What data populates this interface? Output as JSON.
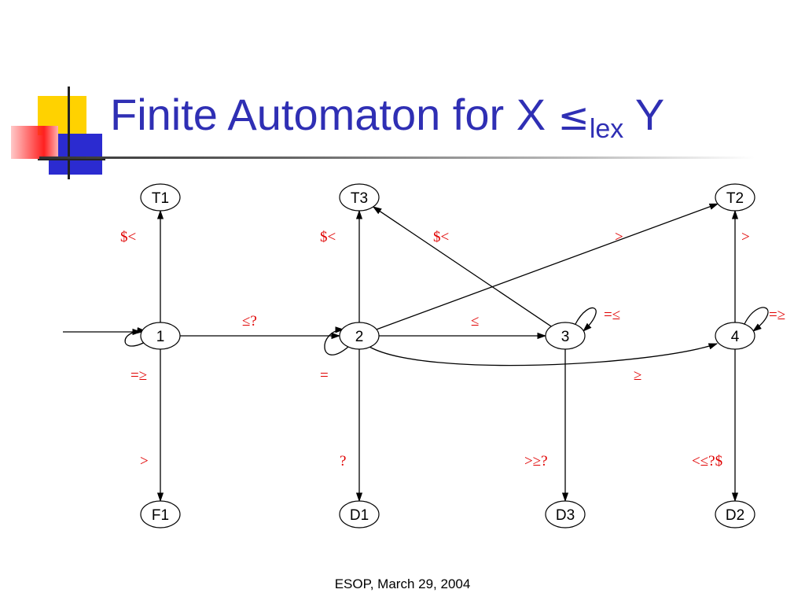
{
  "slide": {
    "title_main": "Finite Automaton for X ",
    "title_sym": "≤",
    "title_sub": "lex",
    "title_tail": " Y",
    "footer": "ESOP, March 29, 2004"
  },
  "diagram": {
    "nodes": [
      {
        "id": "T1",
        "label": "T1"
      },
      {
        "id": "T3",
        "label": "T3"
      },
      {
        "id": "T2",
        "label": "T2"
      },
      {
        "id": "1",
        "label": "1"
      },
      {
        "id": "2",
        "label": "2"
      },
      {
        "id": "3",
        "label": "3"
      },
      {
        "id": "4",
        "label": "4"
      },
      {
        "id": "F1",
        "label": "F1"
      },
      {
        "id": "D1",
        "label": "D1"
      },
      {
        "id": "D3",
        "label": "D3"
      },
      {
        "id": "D2",
        "label": "D2"
      }
    ],
    "edges": [
      {
        "from": "start",
        "to": "1",
        "label": ""
      },
      {
        "from": "1",
        "to": "1",
        "label": "=≥"
      },
      {
        "from": "1",
        "to": "T1",
        "label": "$<"
      },
      {
        "from": "1",
        "to": "F1",
        "label": ">"
      },
      {
        "from": "1",
        "to": "2",
        "label": "≤?"
      },
      {
        "from": "2",
        "to": "2",
        "label": "="
      },
      {
        "from": "2",
        "to": "T3",
        "label": "$<"
      },
      {
        "from": "2",
        "to": "D1",
        "label": "?"
      },
      {
        "from": "2",
        "to": "3",
        "label": "≤"
      },
      {
        "from": "2",
        "to": "T2",
        "label": ">"
      },
      {
        "from": "2",
        "to": "4",
        "label": "≥"
      },
      {
        "from": "3",
        "to": "3",
        "label": "=≤"
      },
      {
        "from": "3",
        "to": "T3",
        "label": "$<"
      },
      {
        "from": "3",
        "to": "D3",
        "label": ">≥?"
      },
      {
        "from": "4",
        "to": "4",
        "label": "=≥"
      },
      {
        "from": "4",
        "to": "T2",
        "label": ">"
      },
      {
        "from": "4",
        "to": "D2",
        "label": "<≤?$"
      }
    ]
  },
  "colors": {
    "title": "#2f2fb4",
    "edge_label": "#e00000",
    "deco_yellow": "#ffd200",
    "deco_blue": "#2b2bd0",
    "deco_red": "#ff3030"
  },
  "icons": {
    "corner_decoration": "slide-corner-squares-icon"
  }
}
